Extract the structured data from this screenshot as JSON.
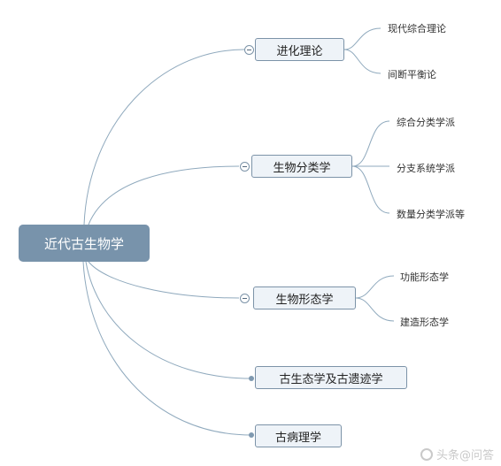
{
  "root": {
    "label": "近代古生物学"
  },
  "branches": [
    {
      "label": "进化理论",
      "children": [
        "现代综合理论",
        "间断平衡论"
      ]
    },
    {
      "label": "生物分类学",
      "children": [
        "综合分类学派",
        "分支系统学派",
        "数量分类学派等"
      ]
    },
    {
      "label": "生物形态学",
      "children": [
        "功能形态学",
        "建造形态学"
      ]
    },
    {
      "label": "古生态学及古遗迹学",
      "children": []
    },
    {
      "label": "古病理学",
      "children": []
    }
  ],
  "watermark": {
    "text": "头条@问答"
  },
  "colors": {
    "root_fill": "#7893ab",
    "node_fill": "#eef3f8",
    "node_border": "#7c93a8",
    "connector": "#8fa9bd"
  }
}
